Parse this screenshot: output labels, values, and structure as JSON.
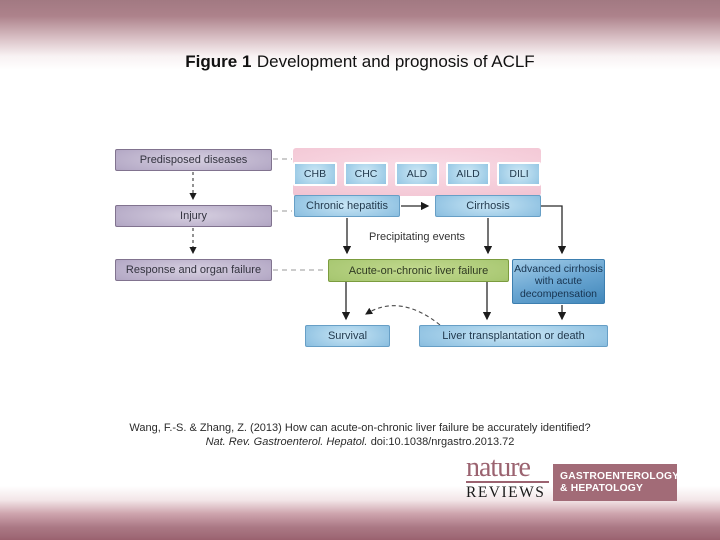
{
  "slide": {
    "title": {
      "figure_label": "Figure 1",
      "text": "Development and prognosis of ACLF"
    }
  },
  "diagram": {
    "stages": [
      {
        "label": "Predisposed diseases"
      },
      {
        "label": "Injury"
      },
      {
        "label": "Response and organ failure"
      }
    ],
    "etiologies": [
      "CHB",
      "CHC",
      "ALD",
      "AILD",
      "DILI"
    ],
    "nodes": {
      "chronic_hepatitis": "Chronic hepatitis",
      "cirrhosis": "Cirrhosis",
      "precipitating_events": "Precipitating events",
      "aclf": "Acute-on-chronic liver failure",
      "advanced_cirrhosis_lines": [
        "Advanced cirrhosis",
        "with acute",
        "decompensation"
      ],
      "survival": "Survival",
      "transplant_death": "Liver transplantation or death"
    }
  },
  "citation": {
    "line1": "Wang, F.-S. & Zhang, Z. (2013) How can acute-on-chronic liver failure be accurately identified?",
    "journal": "Nat. Rev. Gastroenterol. Hepatol.",
    "doi": "doi:10.1038/nrgastro.2013.72"
  },
  "logo": {
    "brand": "nature",
    "division": "REVIEWS",
    "badge": [
      "GASTROENTEROLOGY",
      "& HEPATOLOGY"
    ]
  },
  "colors": {
    "theme_maroon": "#a27982",
    "panel_pink": "#f4cad7",
    "box_blue": "#5f9dc9",
    "box_purple": "#90819f",
    "box_green": "#84a548",
    "badge_maroon": "#a26b77"
  }
}
